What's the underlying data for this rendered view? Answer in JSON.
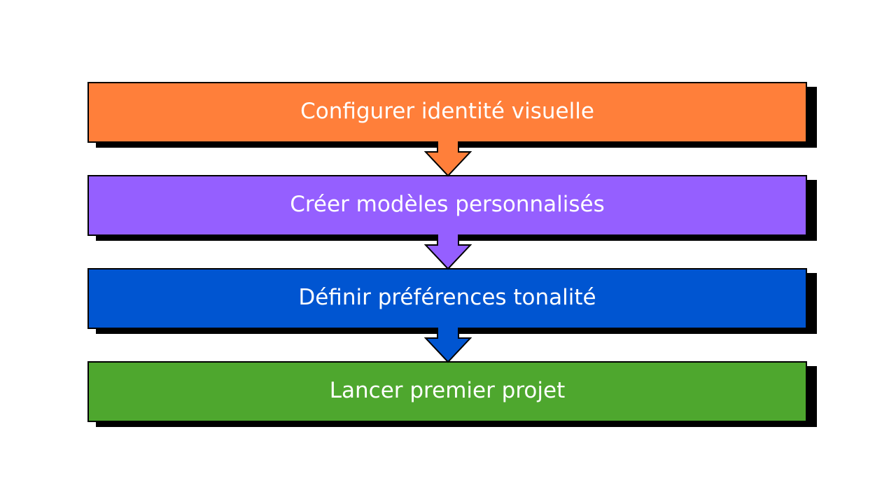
{
  "diagram": {
    "type": "vertical-process-flow",
    "steps": [
      {
        "label": "Configurer identité visuelle",
        "color": "#FF7F3A"
      },
      {
        "label": "Créer modèles personnalisés",
        "color": "#955FFF"
      },
      {
        "label": "Définir préférences tonalité",
        "color": "#0055D1"
      },
      {
        "label": "Lancer premier projet",
        "color": "#4EA72E"
      }
    ],
    "connectors": [
      {
        "from": 0,
        "to": 1,
        "shape": "down-arrow-icon"
      },
      {
        "from": 1,
        "to": 2,
        "shape": "down-arrow-icon"
      },
      {
        "from": 2,
        "to": 3,
        "shape": "down-arrow-icon"
      }
    ],
    "border_color": "#000000",
    "shadow_color": "#000000",
    "text_color": "#FFFFFF"
  }
}
